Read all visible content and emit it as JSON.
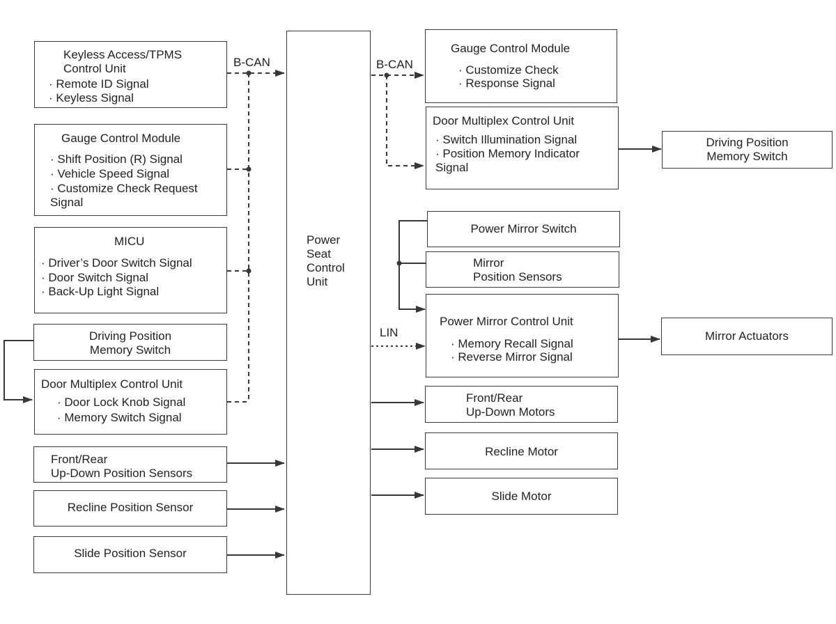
{
  "colors": {
    "line": "#3a3536",
    "text": "#231f20"
  },
  "labels": {
    "bcan_left": "B-CAN",
    "bcan_right": "B-CAN",
    "lin": "LIN"
  },
  "center": {
    "title": "Power\nSeat\nControl\nUnit"
  },
  "left": {
    "keyless": {
      "title": "Keyless Access/TPMS\nControl Unit",
      "items": [
        "· Remote ID Signal",
        "· Keyless Signal"
      ]
    },
    "gauge": {
      "title": "Gauge Control Module",
      "items": [
        "· Shift Position (R) Signal",
        "· Vehicle Speed Signal",
        "· Customize Check Request\nSignal"
      ]
    },
    "micu": {
      "title": "MICU",
      "items": [
        "· Driver’s Door Switch Signal",
        "· Door Switch Signal",
        "· Back-Up Light Signal"
      ]
    },
    "dpms": {
      "title": "Driving Position\nMemory Switch"
    },
    "door": {
      "title": "Door Multiplex Control Unit",
      "items": [
        "· Door Lock Knob Signal",
        "· Memory Switch Signal"
      ]
    },
    "updown_sensors": {
      "title": "Front/Rear\nUp-Down Position Sensors"
    },
    "recline_sensor": {
      "title": "Recline Position Sensor"
    },
    "slide_sensor": {
      "title": "Slide Position Sensor"
    }
  },
  "right": {
    "gauge": {
      "title": "Gauge Control Module",
      "items": [
        "· Customize Check",
        "· Response Signal"
      ]
    },
    "door": {
      "title": "Door Multiplex Control Unit",
      "items": [
        "· Switch Illumination Signal",
        "· Position Memory Indicator\nSignal"
      ]
    },
    "dpms": {
      "title": "Driving Position\nMemory Switch"
    },
    "mirror_switch": {
      "title": "Power Mirror Switch"
    },
    "mirror_sensors": {
      "title": "Mirror\nPosition Sensors"
    },
    "mirror_cu": {
      "title": "Power Mirror Control Unit",
      "items": [
        "· Memory Recall Signal",
        "· Reverse Mirror Signal"
      ]
    },
    "mirror_actuators": {
      "title": "Mirror Actuators"
    },
    "updown_motors": {
      "title": "Front/Rear\nUp-Down Motors"
    },
    "recline_motor": {
      "title": "Recline Motor"
    },
    "slide_motor": {
      "title": "Slide Motor"
    }
  }
}
